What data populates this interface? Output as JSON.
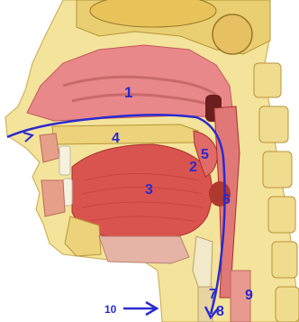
{
  "diagram": {
    "labels": [
      {
        "key": "1",
        "text": "1"
      },
      {
        "key": "2",
        "text": "2"
      },
      {
        "key": "3",
        "text": "3"
      },
      {
        "key": "4",
        "text": "4"
      },
      {
        "key": "5",
        "text": "5"
      },
      {
        "key": "6",
        "text": "6"
      },
      {
        "key": "7",
        "text": "7"
      },
      {
        "key": "8",
        "text": "8"
      },
      {
        "key": "9",
        "text": "9"
      },
      {
        "key": "10",
        "text": "10"
      }
    ],
    "colors": {
      "label": "#2a2ad0",
      "airflow_path": "#2a2ad0",
      "skin": "#f4e39a",
      "bone": "#e9cf72",
      "mucosa": "#e8888a",
      "muscle": "#d9534f",
      "cavity_dark": "#b0392f",
      "background": "#ffffff"
    }
  }
}
